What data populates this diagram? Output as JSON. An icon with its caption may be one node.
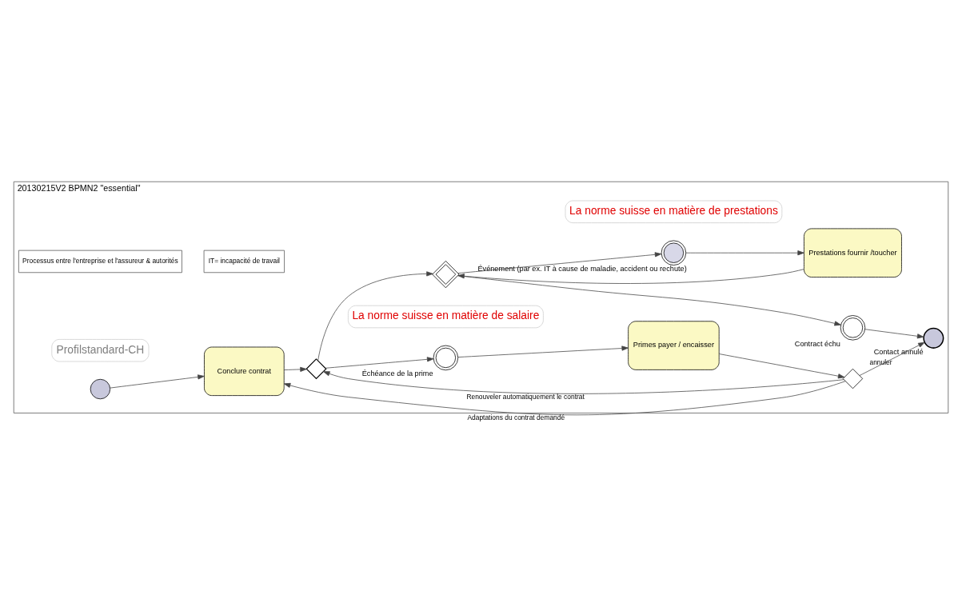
{
  "diagram": {
    "nodes": [
      {
        "text": [
          "20130215V2 BPMN2 \"essential\""
        ]
      },
      {
        "text": [
          "Processus entre l'entreprise et l'assureur & autorités"
        ],
        "in": 0
      },
      {
        "text": [
          "IT= incapacité de travail"
        ],
        "in": 0
      },
      {
        "text": [],
        "shape": "circle",
        "in": 0
      },
      {
        "text": [
          "Conclure contrat"
        ],
        "in": 0
      },
      {
        "text": [
          "Profilstandard-CH"
        ],
        "in": 0
      },
      {
        "text": [],
        "shape": "diamond",
        "in": 0
      },
      {
        "text": [],
        "shape": "diamond",
        "in": 0
      },
      {
        "text": [],
        "shape": "circle",
        "beside": [
          "Événement (par ex. IT à cause de maladie, accident ou rechute)"
        ],
        "in": 0
      },
      {
        "text": [
          "Prestations fournir /toucher"
        ],
        "in": 0
      },
      {
        "text": [
          "La norme suisse en matière de prestations"
        ],
        "in": 0
      },
      {
        "text": [],
        "shape": "circle",
        "beside": [
          "Contract échu"
        ],
        "in": 0
      },
      {
        "text": [
          "La norme suisse en matière de salaire"
        ],
        "in": 0
      },
      {
        "text": [],
        "shape": "circle",
        "beside": [
          "Contact annulé"
        ],
        "in": 0
      },
      {
        "text": [],
        "shape": "circle",
        "beside": [
          "Échéance de la prime"
        ],
        "in": 0
      },
      {
        "text": [
          "Primes payer / encaisser"
        ],
        "in": 0
      },
      {
        "text": [],
        "shape": "diamond",
        "in": 0
      }
    ],
    "edges": [
      {
        "from": 3,
        "to": 4,
        "arrow": "to"
      },
      {
        "from": 4,
        "to": 6,
        "arrow": "to"
      },
      {
        "from": 6,
        "to": 7,
        "arrow": "to"
      },
      {
        "from": 6,
        "to": 14,
        "arrow": "to"
      },
      {
        "from": 7,
        "to": 8,
        "arrow": "to"
      },
      {
        "from": 8,
        "to": 9,
        "arrow": "to"
      },
      {
        "from": 9,
        "to": 7,
        "arrow": "to"
      },
      {
        "from": 7,
        "to": 11,
        "arrow": "to"
      },
      {
        "from": 11,
        "to": 13,
        "arrow": "to"
      },
      {
        "from": 14,
        "to": 15,
        "arrow": "to"
      },
      {
        "from": 15,
        "to": 16,
        "arrow": "to"
      },
      {
        "from": 16,
        "to": 13,
        "arrow": "to",
        "label": "annuler"
      },
      {
        "from": 16,
        "to": 6,
        "arrow": "to",
        "label": "Renouveler automatiquement le contrat"
      },
      {
        "from": 16,
        "to": 4,
        "arrow": "to",
        "label": "Adaptations du contrat demandé"
      }
    ]
  }
}
